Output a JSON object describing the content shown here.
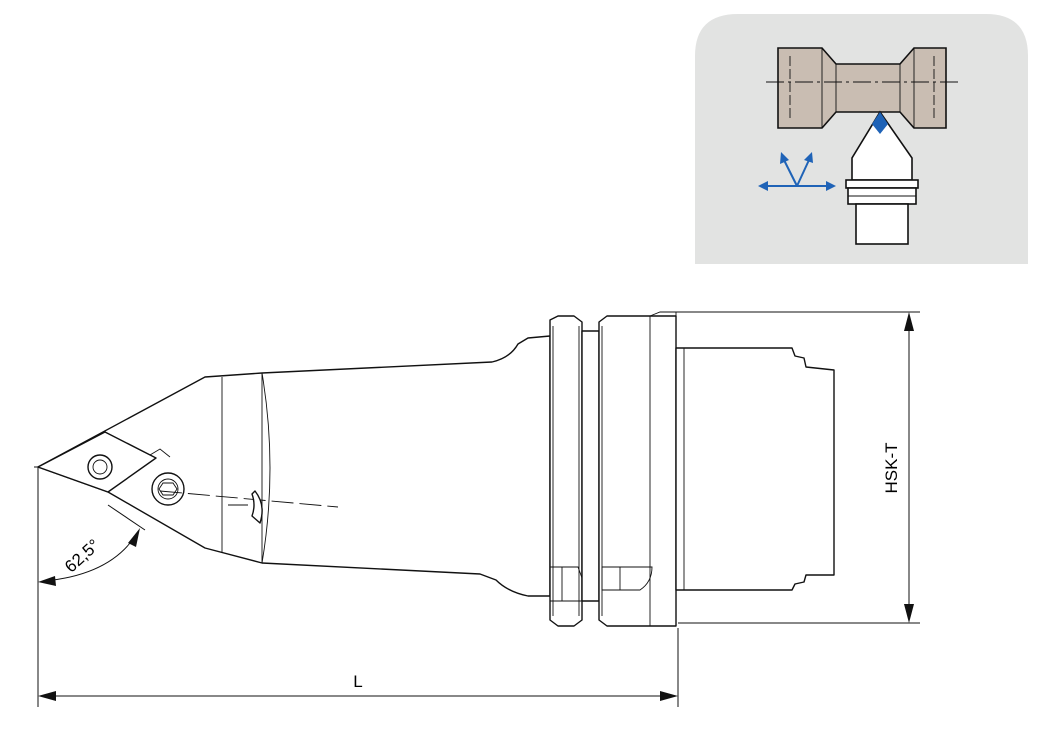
{
  "diagram": {
    "dimension_length_label": "L",
    "dimension_shank_label": "HSK-T",
    "angle_label": "62,5°"
  },
  "icon_panel": {
    "icon": "turning-operation-icon",
    "colors": {
      "panel_background": "#e2e3e2",
      "workpiece": "#c9bdb2",
      "direction_arrows": "#1f63b7"
    }
  }
}
